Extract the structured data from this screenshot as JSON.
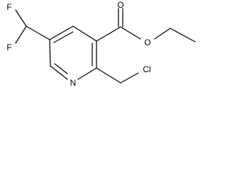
{
  "molecule": {
    "atoms": {
      "f_top": "F",
      "f_bottom": "F",
      "carbonyl_oxygen": "O",
      "ester_oxygen": "O",
      "ring_nitrogen": "N",
      "chlorine": "Cl"
    }
  }
}
